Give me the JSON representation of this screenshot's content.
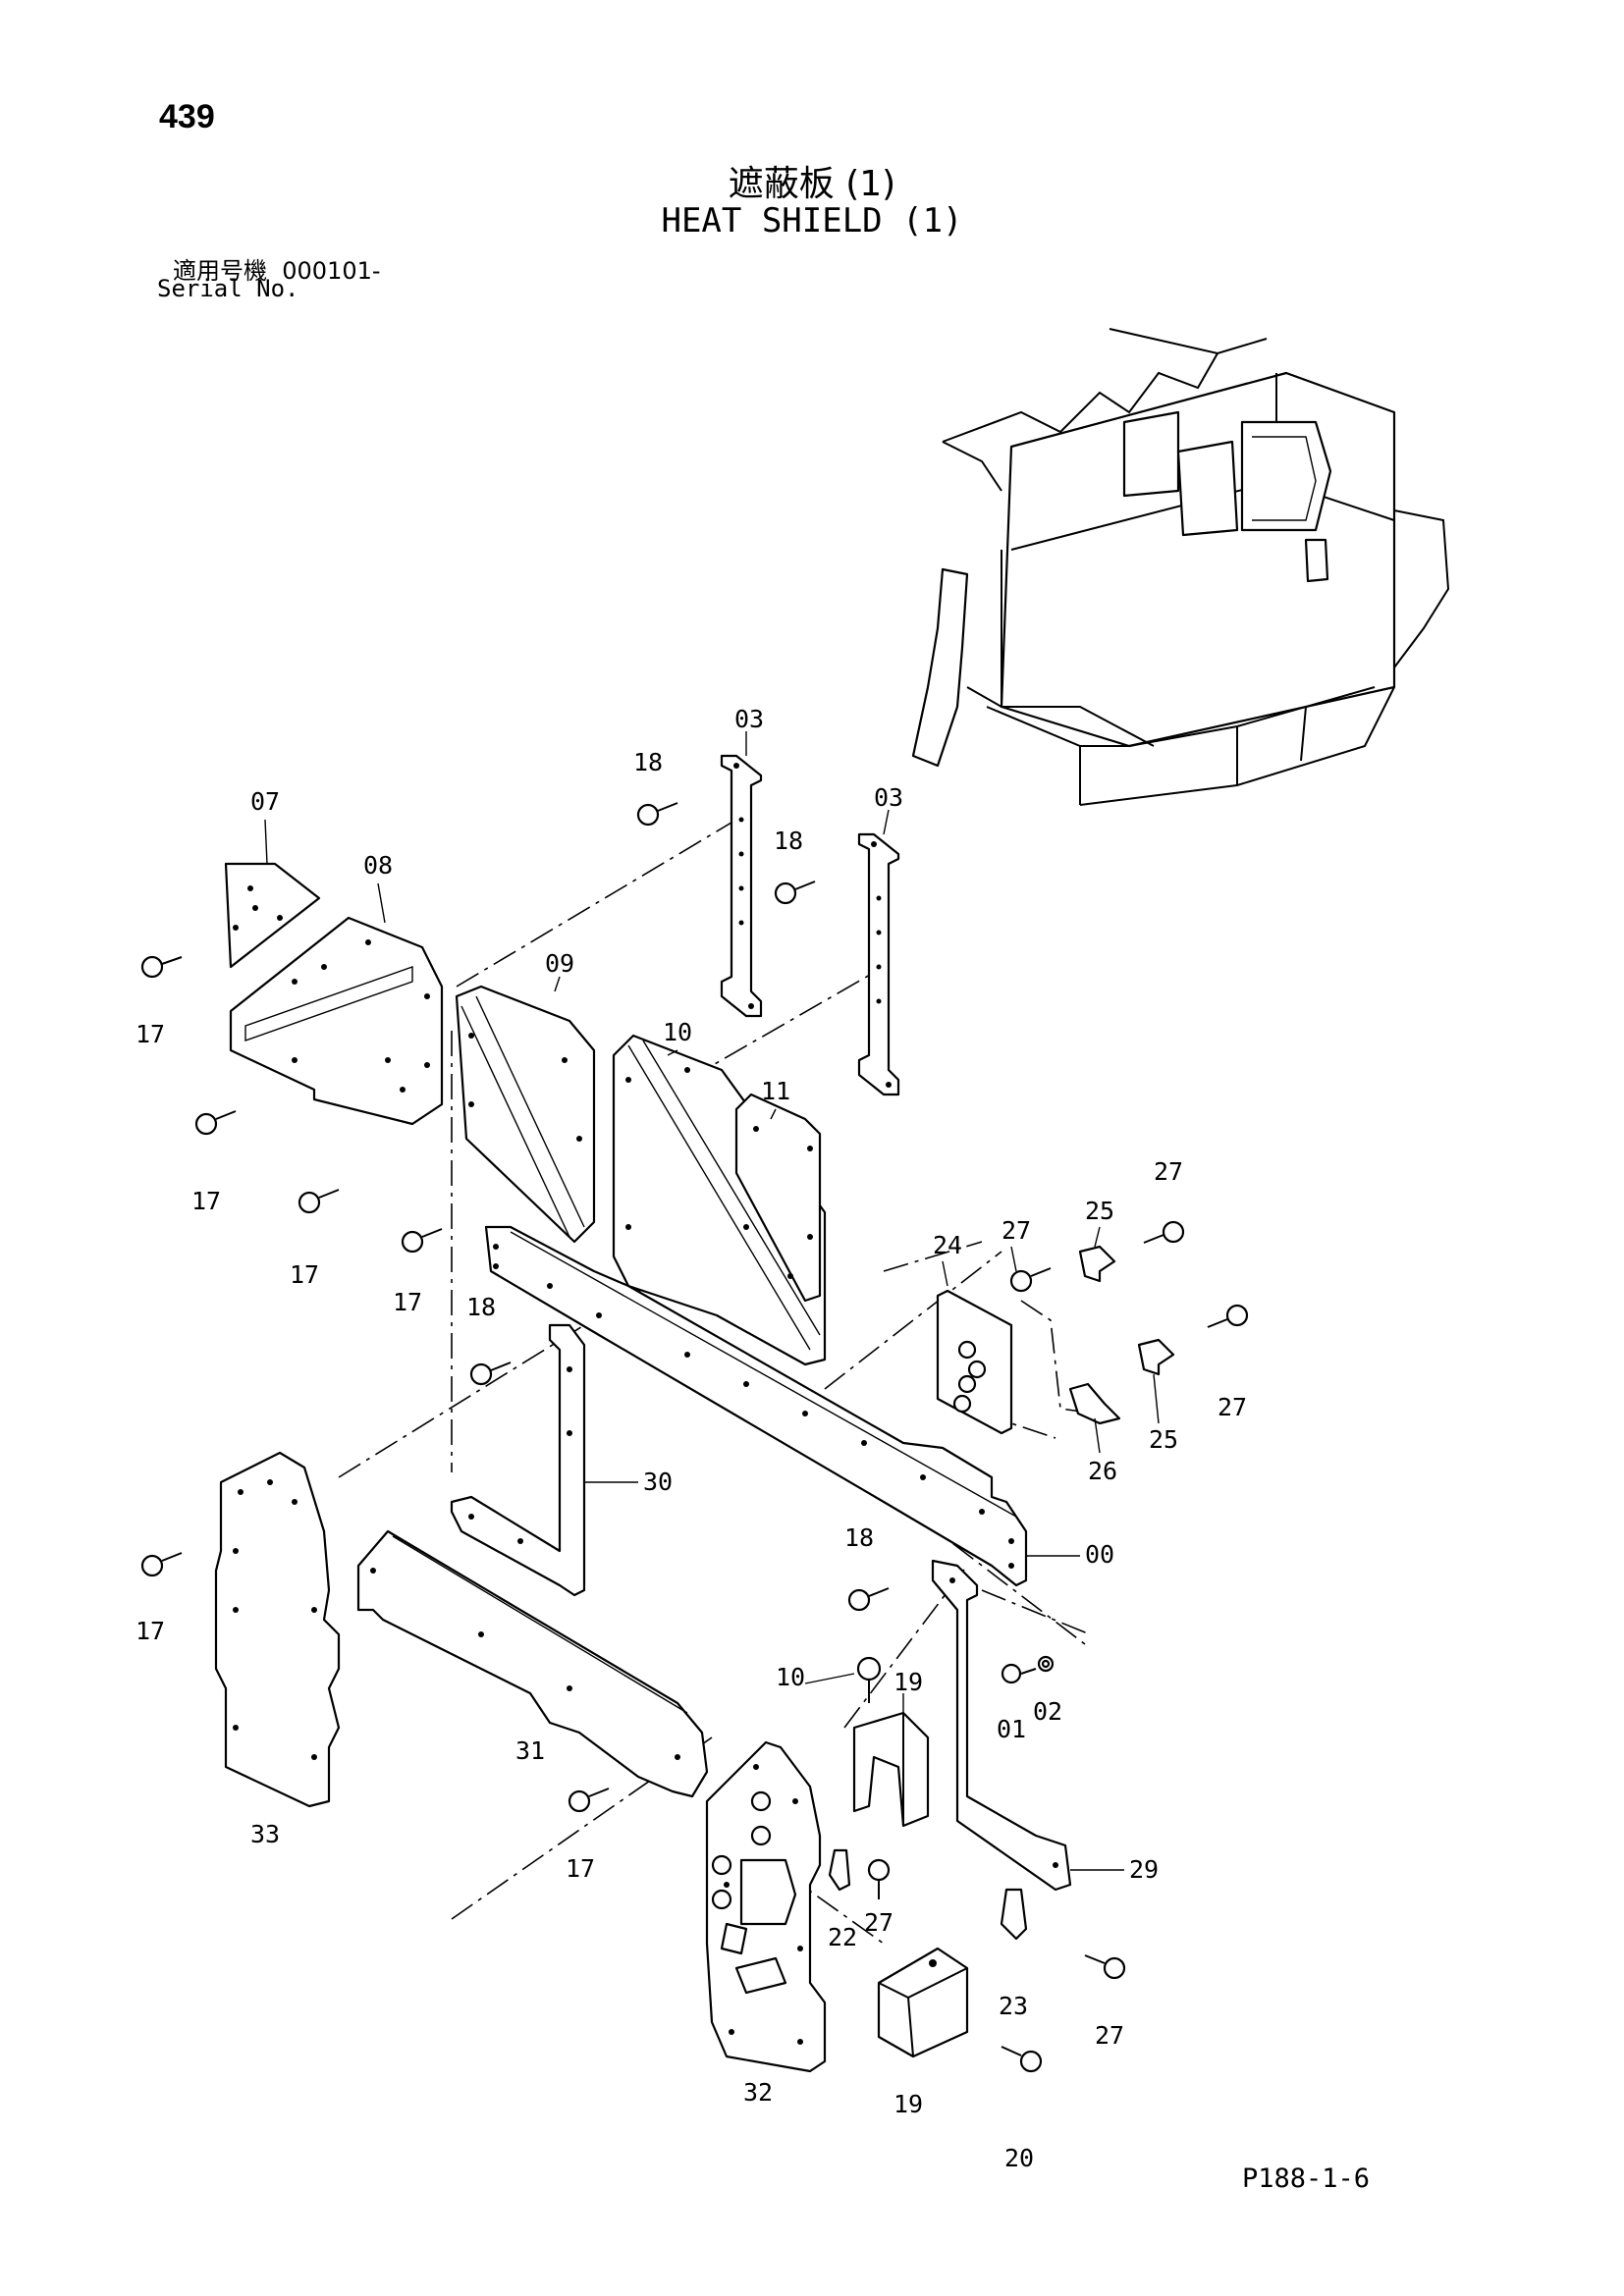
{
  "header": {
    "page_number": "439",
    "title_jp": "遮蔽板 (1)",
    "title_en": "HEAT SHIELD (1)",
    "serial_label_jp": "適用号機",
    "serial_value": "000101-",
    "serial_label_en": "Serial No."
  },
  "footer": {
    "page_code": "P188-1-6"
  },
  "callouts": {
    "c01": "01",
    "c02": "02",
    "c00": "00",
    "c03a": "03",
    "c03b": "03",
    "c07": "07",
    "c08": "08",
    "c09": "09",
    "c10a": "10",
    "c10b": "10",
    "c11": "11",
    "c17a": "17",
    "c17b": "17",
    "c17c": "17",
    "c17d": "17",
    "c17e": "17",
    "c17f": "17",
    "c18a": "18",
    "c18b": "18",
    "c18c": "18",
    "c18d": "18",
    "c19a": "19",
    "c19b": "19",
    "c20": "20",
    "c22": "22",
    "c23": "23",
    "c24": "24",
    "c25a": "25",
    "c25b": "25",
    "c26": "26",
    "c27a": "27",
    "c27b": "27",
    "c27c": "27",
    "c27d": "27",
    "c27e": "27",
    "c29": "29",
    "c30": "30",
    "c31": "31",
    "c32": "32",
    "c33": "33"
  }
}
